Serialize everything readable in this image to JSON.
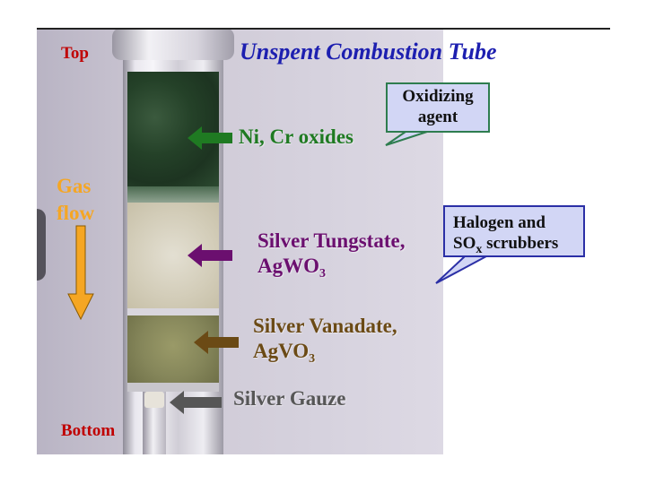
{
  "title": "Unspent Combustion Tube",
  "labels": {
    "top": "Top",
    "bottom": "Bottom",
    "gas_flow": "Gas\nflow"
  },
  "callouts": {
    "oxidizing": "Oxidizing\nagent",
    "halogen_line1": "Halogen and",
    "halogen_so": "SO",
    "halogen_x": "x",
    "halogen_rest": " scrubbers"
  },
  "materials": {
    "nicr": "Ni, Cr oxides",
    "tung_line1": "Silver Tungstate,",
    "tung_formula": "AgWO",
    "tung_sub": "3",
    "van_line1": "Silver Vanadate,",
    "van_formula": "AgVO",
    "van_sub": "3",
    "gauze": "Silver Gauze"
  },
  "colors": {
    "title": "#1d1fb0",
    "top_bottom": "#c00000",
    "gas_flow": "#f5a623",
    "nicr_arrow": "#1f7a22",
    "tung_arrow": "#6b0f6f",
    "van_arrow": "#6b4a15",
    "gauze_arrow": "#565656"
  }
}
